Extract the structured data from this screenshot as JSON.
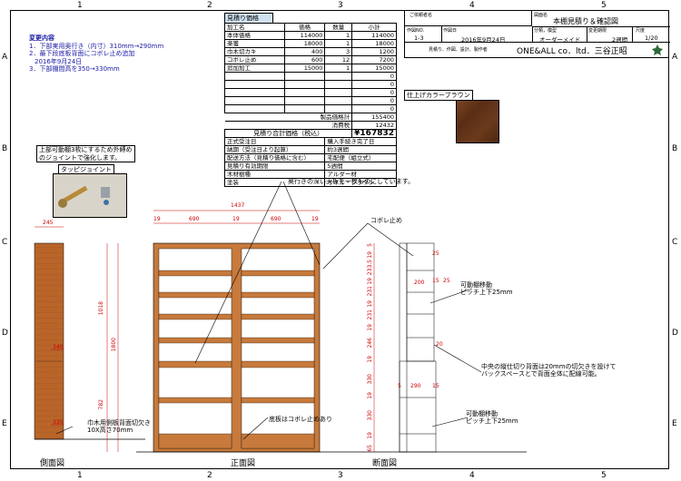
{
  "grid": {
    "columns": [
      "1",
      "2",
      "3",
      "4",
      "5"
    ],
    "rows": [
      "A",
      "B",
      "C",
      "D",
      "E"
    ]
  },
  "changes": {
    "title": "変更内容",
    "items": [
      "1．下部実用奥行き（内寸）310mm→290mm",
      "2．最下段底板背面にコボレ止め追加",
      "2016年9月24日",
      "3．下部棚間高を350→330mm"
    ]
  },
  "estimate": {
    "header": "見積り価格",
    "columns": [
      "加工名",
      "価格",
      "数量",
      "小計"
    ],
    "rows": [
      [
        "本体価格",
        "114000",
        "1",
        "114000"
      ],
      [
        "楽獲",
        "18000",
        "1",
        "18000"
      ],
      [
        "巾木切カキ",
        "400",
        "3",
        "1200"
      ],
      [
        "コボレ止め",
        "600",
        "12",
        "7200"
      ],
      [
        "追加加工",
        "15000",
        "1",
        "15000"
      ],
      [
        "",
        "",
        "",
        "0"
      ],
      [
        "",
        "",
        "",
        "0"
      ],
      [
        "",
        "",
        "",
        "0"
      ],
      [
        "",
        "",
        "",
        "0"
      ],
      [
        "",
        "",
        "",
        "0"
      ]
    ],
    "product_total_label": "製品価格計",
    "product_total": "155400",
    "tax_label": "消費税",
    "tax": "12432",
    "grand_label": "見積り合計価格（税込）",
    "grand_total": "¥167832",
    "terms": [
      [
        "正式受注日",
        "購入手続き完了日"
      ],
      [
        "納期（受注日より起算）",
        "約3週間"
      ],
      [
        "配送方法（見積り価格に含む）",
        "宅配便（組立式）"
      ],
      [
        "見積り有効期限",
        "5週間"
      ],
      [
        "木材樹種",
        "アルダー材"
      ],
      [
        "塗装",
        "オイル・ブラウン"
      ]
    ]
  },
  "titleblock": {
    "customer_label": "ご依頼者名",
    "drawing_label": "図面名",
    "drawing_name": "本棚見積り＆確認図",
    "drawing_no_label": "作図NO.",
    "drawing_no": "1-3",
    "date_label": "作図日",
    "date": "2016年9月24日",
    "category_label": "分類，模型",
    "category": "オーダーメイド",
    "period_label": "変更期限",
    "period": "2週間",
    "scale_label": "尺度",
    "scale": "1/20",
    "maker_label": "見積り、作図、設計、製作者",
    "maker": "ONE&ALL co．ltd．三谷正昭"
  },
  "color_finish": {
    "label": "仕上げカラーブラウン",
    "swatch": "#6b3a1c"
  },
  "annotations": {
    "joint_note_1": "上部可動棚3枚にするため外縛め",
    "joint_note_2": "のジョイントで強化します。",
    "joint_label": "タッピジョイント",
    "top_board": "奥行きの深い天板を一枚ものにしています。",
    "koborere": "コボレ止め",
    "movable_top_1": "可動棚移動",
    "movable_top_2": "ピッチ上下25mm",
    "center_1": "中央の縦仕切り背面は20mmの切欠きを設けて",
    "center_2": "バックスペースとで背面全体に配線可能。",
    "movable_bot_1": "可動棚移動",
    "movable_bot_2": "ピッチ上下25mm",
    "bottom_plate": "底板はコボレ止めあり",
    "skirt_1": "巾木用側板背面切欠き",
    "skirt_2": "10X高さ70mm"
  },
  "views": {
    "side": "側面図",
    "front": "正面図",
    "section": "断面図"
  },
  "dims": {
    "side_top": "245",
    "side_mid": "340",
    "side_bot": "335",
    "front_total": "1437",
    "front_a": "19",
    "front_b": "690",
    "front_c": "19",
    "front_d": "690",
    "front_e": "19",
    "front_h_upper": "1018",
    "front_h_total": "1800",
    "front_h_lower": "782",
    "sec_top": "25",
    "sec_200": "200",
    "sec_15": "15",
    "sec_25b": "25",
    "sec_20": "20",
    "sec_5": "5",
    "sec_290": "290",
    "sec_15b": "15",
    "sec_v": [
      "5",
      "19",
      "233.5",
      "19",
      "231",
      "19",
      "231",
      "19",
      "246",
      "19",
      "330",
      "19",
      "330",
      "19",
      "65"
    ]
  },
  "colors": {
    "wood": "#b9652a",
    "wood_dark": "#8e4a1c",
    "dim": "#cc0000",
    "accent_blue": "#1a1aa6"
  }
}
